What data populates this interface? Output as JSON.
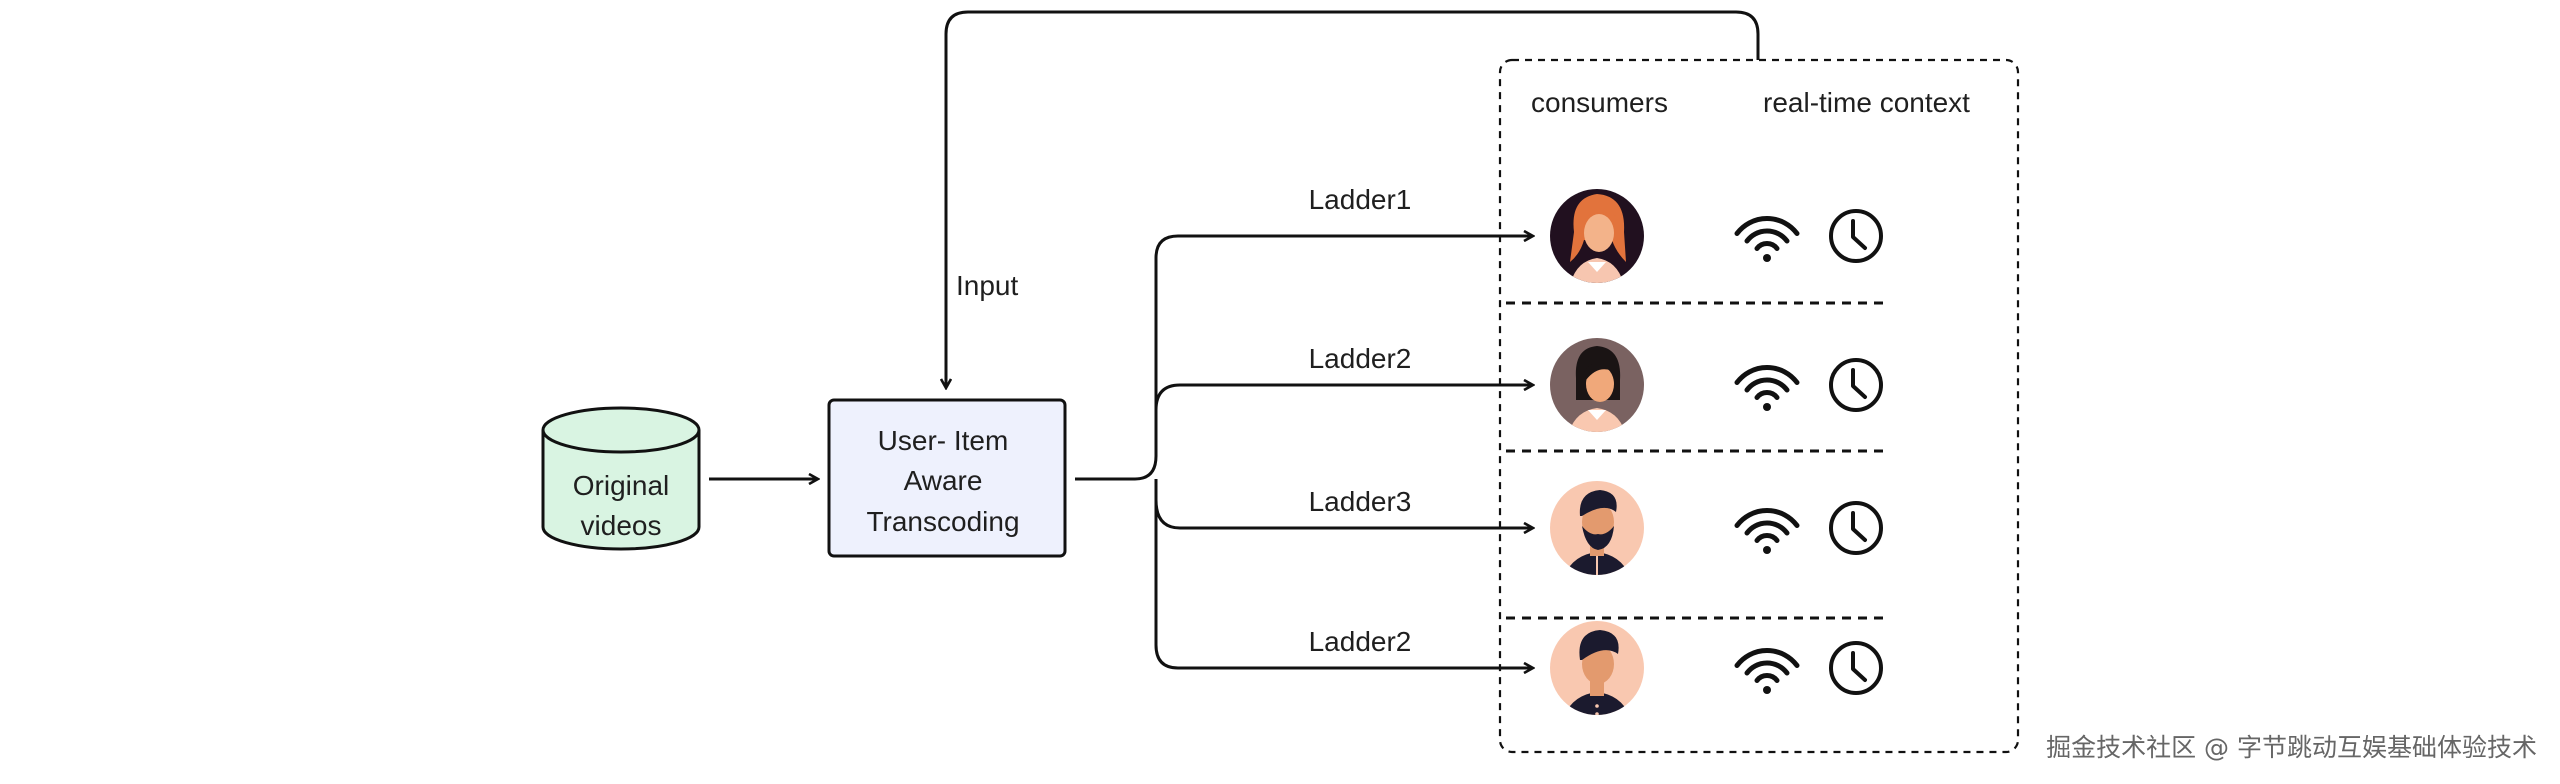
{
  "nodes": {
    "source": {
      "line1": "Original",
      "line2": "videos",
      "fill": "#d9f4e2"
    },
    "transcoder": {
      "line1": "User- Item",
      "line2": "Aware",
      "line3": "Transcoding",
      "fill": "#eef1fd"
    }
  },
  "feedback_label": "Input",
  "panel": {
    "col_consumers": "consumers",
    "col_context": "real-time context"
  },
  "ladders": [
    {
      "label": "Ladder1",
      "avatar": "woman-ginger-avatar-icon"
    },
    {
      "label": "Ladder2",
      "avatar": "woman-dark-hair-avatar-icon"
    },
    {
      "label": "Ladder3",
      "avatar": "man-beard-avatar-icon"
    },
    {
      "label": "Ladder2",
      "avatar": "man-dark-hair-avatar-icon"
    }
  ],
  "icons": {
    "network": "wifi-icon",
    "time": "clock-icon"
  },
  "colors": {
    "stroke": "#111111",
    "skin": "#f3b38a",
    "peach": "#f9c8b0"
  },
  "watermark": "掘金技术社区 @ 字节跳动互娱基础体验技术"
}
